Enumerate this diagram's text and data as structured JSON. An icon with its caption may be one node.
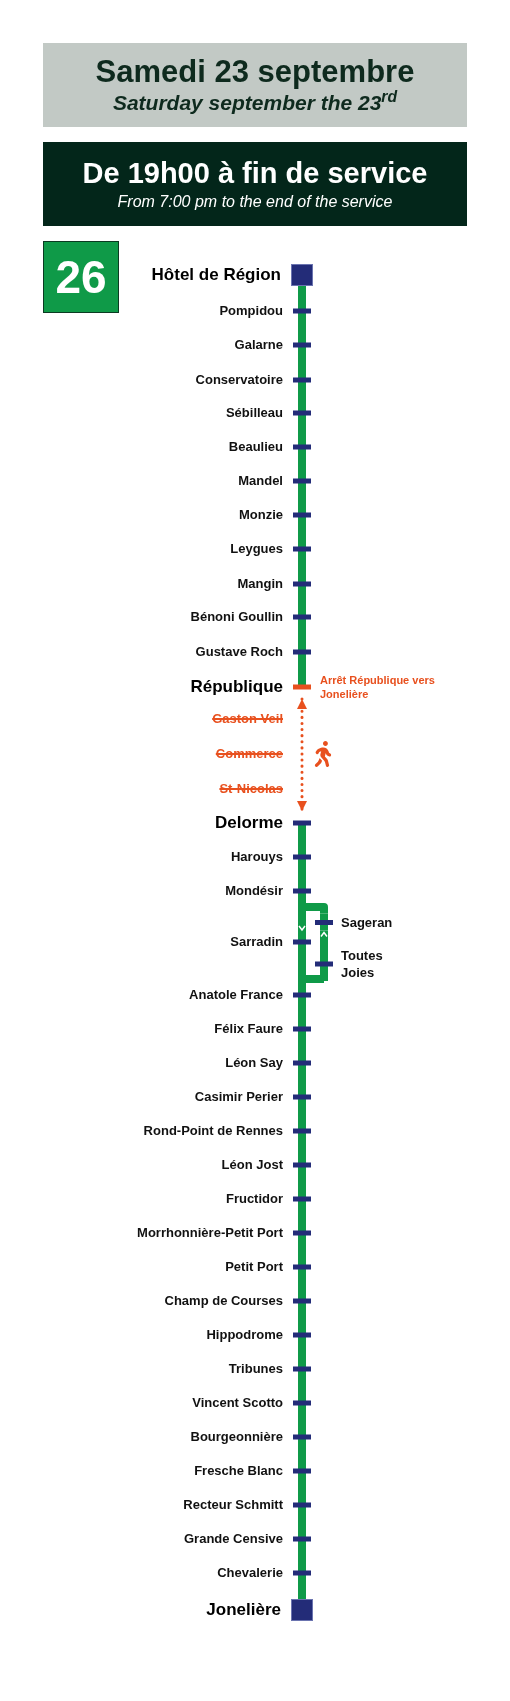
{
  "diagram": {
    "nodes": [
      {
        "text": [
          "Samedi 23 septembre",
          "Saturday september the 23$^{rd}$"
        ]
      },
      {
        "text": [
          "De 19h00 à fin de service",
          "From 7:00 pm to the end of the service"
        ]
      },
      {
        "text": [
          "26"
        ]
      },
      {
        "text": [
          "Hôtel de Région"
        ]
      },
      {
        "text": [
          "Pompidou"
        ]
      },
      {
        "text": [
          "Galarne"
        ]
      },
      {
        "text": [
          "Conservatoire"
        ]
      },
      {
        "text": [
          "Sébilleau"
        ]
      },
      {
        "text": [
          "Beaulieu"
        ]
      },
      {
        "text": [
          "Mandel"
        ]
      },
      {
        "text": [
          "Monzie"
        ]
      },
      {
        "text": [
          "Leygues"
        ]
      },
      {
        "text": [
          "Mangin"
        ]
      },
      {
        "text": [
          "Bénoni Goullin"
        ]
      },
      {
        "text": [
          "Gustave Roch"
        ]
      },
      {
        "text": [
          "République"
        ],
        "beside": [
          "Arrêt République vers Jonelière"
        ]
      },
      {
        "text": [
          "Gaston Veil"
        ]
      },
      {
        "text": [
          "Commerce"
        ]
      },
      {
        "text": [
          "St-Nicolas"
        ]
      },
      {
        "text": [
          "Delorme"
        ]
      },
      {
        "text": [
          "Harouys"
        ]
      },
      {
        "text": [
          "Mondésir"
        ]
      },
      {
        "text": [
          "Sageran"
        ]
      },
      {
        "text": [
          "Sarradin"
        ]
      },
      {
        "text": [
          "Toutes Joies"
        ]
      },
      {
        "text": [
          "Anatole France"
        ]
      },
      {
        "text": [
          "Félix Faure"
        ]
      },
      {
        "text": [
          "Léon Say"
        ]
      },
      {
        "text": [
          "Casimir Perier"
        ]
      },
      {
        "text": [
          "Rond-Point de Rennes"
        ]
      },
      {
        "text": [
          "Léon Jost"
        ]
      },
      {
        "text": [
          "Fructidor"
        ]
      },
      {
        "text": [
          "Morrhonnière-Petit Port"
        ]
      },
      {
        "text": [
          "Petit Port"
        ]
      },
      {
        "text": [
          "Champ de Courses"
        ]
      },
      {
        "text": [
          "Hippodrome"
        ]
      },
      {
        "text": [
          "Tribunes"
        ]
      },
      {
        "text": [
          "Vincent Scotto"
        ]
      },
      {
        "text": [
          "Bourgeonnière"
        ]
      },
      {
        "text": [
          "Fresche Blanc"
        ]
      },
      {
        "text": [
          "Recteur Schmitt"
        ]
      },
      {
        "text": [
          "Grande Censive"
        ]
      },
      {
        "text": [
          "Chevalerie"
        ]
      },
      {
        "text": [
          "Jonelière"
        ]
      }
    ],
    "edges": [
      {
        "from": 3,
        "to": 4,
        "arrow": "none"
      },
      {
        "from": 4,
        "to": 5,
        "arrow": "none"
      },
      {
        "from": 5,
        "to": 6,
        "arrow": "none"
      },
      {
        "from": 6,
        "to": 7,
        "arrow": "none"
      },
      {
        "from": 7,
        "to": 8,
        "arrow": "none"
      },
      {
        "from": 8,
        "to": 9,
        "arrow": "none"
      },
      {
        "from": 9,
        "to": 10,
        "arrow": "none"
      },
      {
        "from": 10,
        "to": 11,
        "arrow": "none"
      },
      {
        "from": 11,
        "to": 12,
        "arrow": "none"
      },
      {
        "from": 12,
        "to": 13,
        "arrow": "none"
      },
      {
        "from": 13,
        "to": 14,
        "arrow": "none"
      },
      {
        "from": 14,
        "to": 15,
        "arrow": "none"
      },
      {
        "from": 15,
        "to": 19,
        "arrow": "both",
        "style": "dashed",
        "color": "#e8501e"
      },
      {
        "from": 19,
        "to": 20,
        "arrow": "none"
      },
      {
        "from": 20,
        "to": 21,
        "arrow": "none"
      },
      {
        "from": 21,
        "to": 23,
        "arrow": "to"
      },
      {
        "from": 21,
        "to": 22,
        "arrow": "none"
      },
      {
        "from": 24,
        "to": 22,
        "arrow": "to"
      },
      {
        "from": 23,
        "to": 25,
        "arrow": "none"
      },
      {
        "from": 25,
        "to": 24,
        "arrow": "none"
      },
      {
        "from": 25,
        "to": 26,
        "arrow": "none"
      },
      {
        "from": 26,
        "to": 27,
        "arrow": "none"
      },
      {
        "from": 27,
        "to": 28,
        "arrow": "none"
      },
      {
        "from": 28,
        "to": 29,
        "arrow": "none"
      },
      {
        "from": 29,
        "to": 30,
        "arrow": "none"
      },
      {
        "from": 30,
        "to": 31,
        "arrow": "none"
      },
      {
        "from": 31,
        "to": 32,
        "arrow": "none"
      },
      {
        "from": 32,
        "to": 33,
        "arrow": "none"
      },
      {
        "from": 33,
        "to": 34,
        "arrow": "none"
      },
      {
        "from": 34,
        "to": 35,
        "arrow": "none"
      },
      {
        "from": 35,
        "to": 36,
        "arrow": "none"
      },
      {
        "from": 36,
        "to": 37,
        "arrow": "none"
      },
      {
        "from": 37,
        "to": 38,
        "arrow": "none"
      },
      {
        "from": 38,
        "to": 39,
        "arrow": "none"
      },
      {
        "from": 39,
        "to": 40,
        "arrow": "none"
      },
      {
        "from": 40,
        "to": 41,
        "arrow": "none"
      },
      {
        "from": 41,
        "to": 42,
        "arrow": "none"
      },
      {
        "from": 42,
        "to": 43,
        "arrow": "none"
      }
    ]
  }
}
